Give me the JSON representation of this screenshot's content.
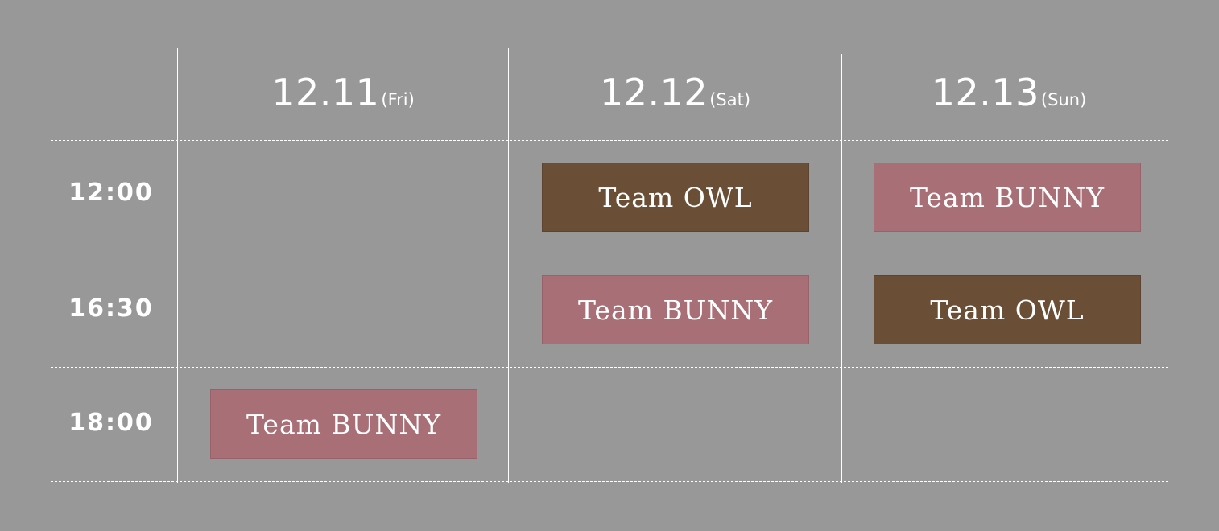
{
  "days": [
    {
      "date": "12.11",
      "dow": "(Fri)"
    },
    {
      "date": "12.12",
      "dow": "(Sat)"
    },
    {
      "date": "12.13",
      "dow": "(Sun)"
    }
  ],
  "times": [
    "12:00",
    "16:30",
    "18:00"
  ],
  "slots": {
    "sat_1200": "Team OWL",
    "sun_1200": "Team BUNNY",
    "sat_1630": "Team BUNNY",
    "sun_1630": "Team OWL",
    "fri_1800": "Team BUNNY"
  },
  "colors": {
    "background": "#989898",
    "owl": "#6a4f36",
    "bunny": "#a86f76",
    "lines": "#ffffff"
  }
}
